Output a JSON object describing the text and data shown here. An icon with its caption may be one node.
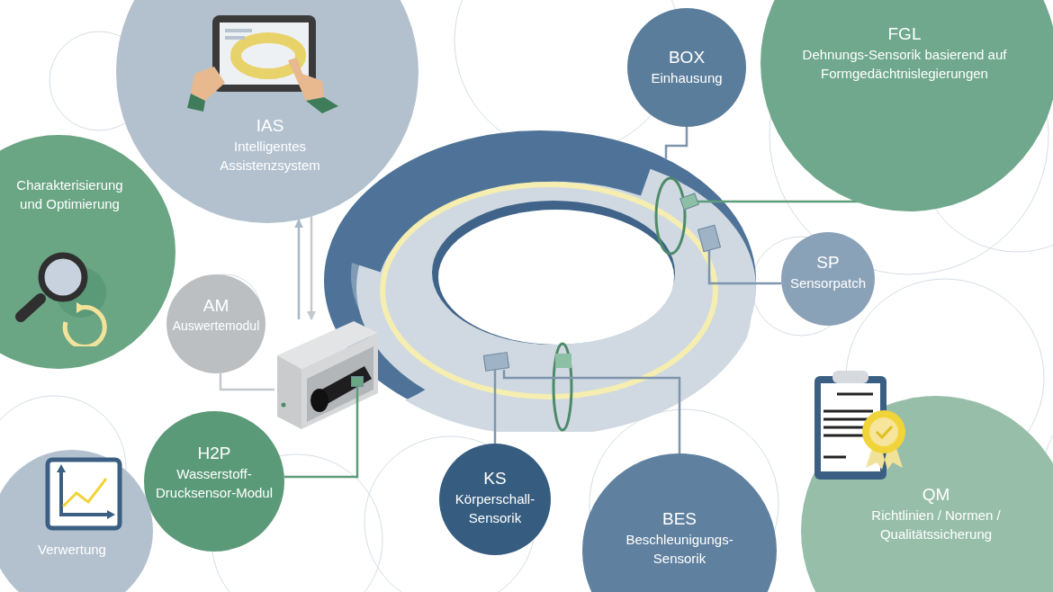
{
  "diagram": {
    "nodes": [
      {
        "text": [
          "IAS",
          "Intelligentes Assistenzsystem"
        ]
      },
      {
        "text": [
          "BOX",
          "Einhausung"
        ]
      },
      {
        "text": [
          "FGL",
          "Dehnungs-Sensorik basierend auf Formgedächtnislegierungen"
        ]
      },
      {
        "text": [
          "Charakterisierung und Optimierung"
        ]
      },
      {
        "text": [
          "SP",
          "Sensorpatch"
        ]
      },
      {
        "text": [
          "AM",
          "Auswertemodul"
        ]
      },
      {
        "text": [
          "H2P",
          "Wasserstoff-Drucksensor-Modul"
        ]
      },
      {
        "text": [
          "QM",
          "Richtlinien / Normen / Qualitätssicherung"
        ]
      },
      {
        "text": [
          "KS",
          "Körperschall-Sensorik"
        ]
      },
      {
        "text": [
          "BES",
          "Beschleunigungs-Sensorik"
        ]
      },
      {
        "text": [
          "Verwertung"
        ]
      },
      {
        "text": [],
        "shape": "picture"
      },
      {
        "text": [],
        "shape": "picture"
      },
      {
        "text": [],
        "shape": "box",
        "in": 11
      },
      {
        "text": [],
        "shape": "box",
        "in": 11
      },
      {
        "text": [],
        "shape": "box",
        "in": 11
      },
      {
        "text": [],
        "shape": "box",
        "in": 12
      }
    ],
    "edges": [
      {
        "from": 12,
        "to": 0,
        "arrow": "to",
        "color": "#a9b8c8"
      },
      {
        "from": 0,
        "to": 12,
        "arrow": "to",
        "color": "#c4c8cc"
      },
      {
        "from": 1,
        "to": 11,
        "arrow": "none"
      },
      {
        "from": 2,
        "to": 13,
        "arrow": "none",
        "color": "#5d9c7a"
      },
      {
        "from": 4,
        "to": 14,
        "arrow": "none"
      },
      {
        "from": 5,
        "to": 12,
        "arrow": "none",
        "color": "#c4c8cc"
      },
      {
        "from": 6,
        "to": 16,
        "arrow": "none",
        "color": "#5d9c7a"
      },
      {
        "from": 8,
        "to": 15,
        "arrow": "none"
      },
      {
        "from": 9,
        "to": 15,
        "arrow": "none"
      }
    ]
  }
}
